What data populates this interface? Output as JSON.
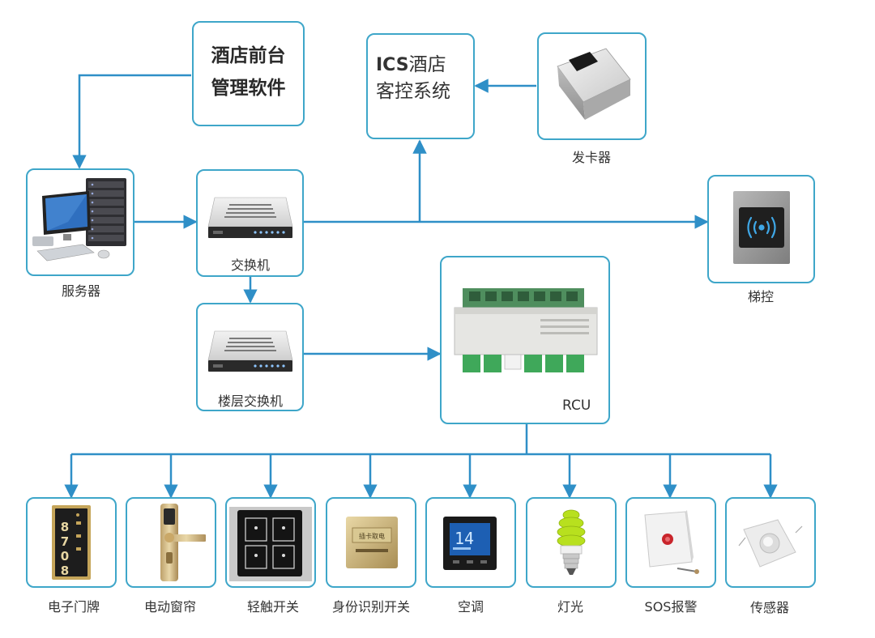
{
  "nodes": {
    "front_desk": {
      "line1": "酒店前台",
      "line2": "管理软件"
    },
    "ics": {
      "prefix": "ICS",
      "line1_rest": "酒店",
      "line2": "客控系统"
    },
    "card_issuer": {
      "label": "发卡器"
    },
    "server": {
      "label": "服务器"
    },
    "switch": {
      "label": "交换机"
    },
    "floor_switch": {
      "label": "楼层交换机"
    },
    "elevator": {
      "label": "梯控"
    },
    "rcu": {
      "label": "RCU"
    }
  },
  "devices": [
    {
      "label": "电子门牌"
    },
    {
      "label": "电动窗帘"
    },
    {
      "label": "轻触开关"
    },
    {
      "label": "身份识别开关"
    },
    {
      "label": "空调"
    },
    {
      "label": "灯光"
    },
    {
      "label": "SOS报警"
    },
    {
      "label": "传感器"
    }
  ],
  "doorplate_digits": [
    "8",
    "7",
    "0",
    "8"
  ],
  "thermostat_value": "14",
  "card_switch_text": "插卡取电",
  "colors": {
    "accent": "#3ea6c9",
    "line": "#2f8fc7",
    "text": "#333333"
  }
}
